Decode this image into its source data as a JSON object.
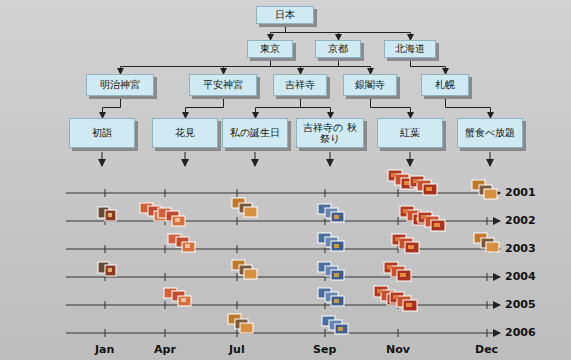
{
  "diagram": {
    "nodes": [
      {
        "text": [
          "日本"
        ]
      },
      {
        "text": [
          "東京"
        ]
      },
      {
        "text": [
          "京都"
        ]
      },
      {
        "text": [
          "北海道"
        ]
      },
      {
        "text": [
          "明治神宮"
        ]
      },
      {
        "text": [
          "平安神宮"
        ]
      },
      {
        "text": [
          "吉祥寺"
        ]
      },
      {
        "text": [
          "銀閣寺"
        ]
      },
      {
        "text": [
          "札幌"
        ]
      },
      {
        "text": [
          "初詣"
        ]
      },
      {
        "text": [
          "花見"
        ]
      },
      {
        "text": [
          "私の誕生日"
        ]
      },
      {
        "text": [
          "吉祥寺の 秋祭り"
        ]
      },
      {
        "text": [
          "紅葉"
        ]
      },
      {
        "text": [
          "蟹食べ放題"
        ]
      }
    ],
    "edges": [
      {
        "from": 0,
        "to": 1,
        "arrow": "to"
      },
      {
        "from": 0,
        "to": 2,
        "arrow": "to"
      },
      {
        "from": 0,
        "to": 3,
        "arrow": "to"
      },
      {
        "from": 1,
        "to": 4,
        "arrow": "to"
      },
      {
        "from": 1,
        "to": 6,
        "arrow": "to"
      },
      {
        "from": 2,
        "to": 5,
        "arrow": "to"
      },
      {
        "from": 2,
        "to": 7,
        "arrow": "to"
      },
      {
        "from": 3,
        "to": 8,
        "arrow": "to"
      },
      {
        "from": 4,
        "to": 9,
        "arrow": "to"
      },
      {
        "from": 5,
        "to": 10,
        "arrow": "to"
      },
      {
        "from": 6,
        "to": 11,
        "arrow": "to"
      },
      {
        "from": 6,
        "to": 12,
        "arrow": "to"
      },
      {
        "from": 7,
        "to": 13,
        "arrow": "to"
      },
      {
        "from": 8,
        "to": 14,
        "arrow": "to"
      }
    ],
    "labels": [
      "2001",
      "2002",
      "2003",
      "2004",
      "2005",
      "2006",
      "Jan",
      "Apr",
      "Jul",
      "Sep",
      "Nov",
      "Dec"
    ]
  }
}
